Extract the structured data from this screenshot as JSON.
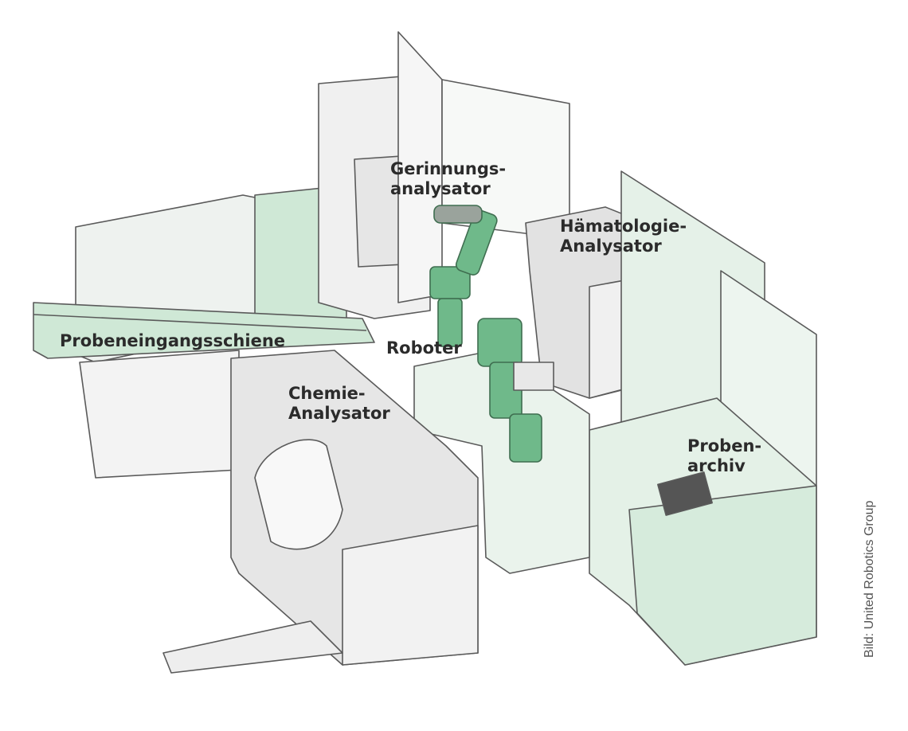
{
  "labels": {
    "gerinnung": "Gerinnungs-\nanalysator",
    "haematologie": "Hämatologie-\nAnalysator",
    "probeneingang": "Probeneingangsschiene",
    "roboter": "Roboter",
    "chemie": "Chemie-\nAnalysator",
    "probenarchiv": "Proben-\narchiv"
  },
  "credit": "Bild: United Robotics Group",
  "colors": {
    "accent": "#6fb98a",
    "accent_light": "#cfe8d6",
    "line": "#5a5a5a",
    "metal": "#dcdcdc"
  }
}
